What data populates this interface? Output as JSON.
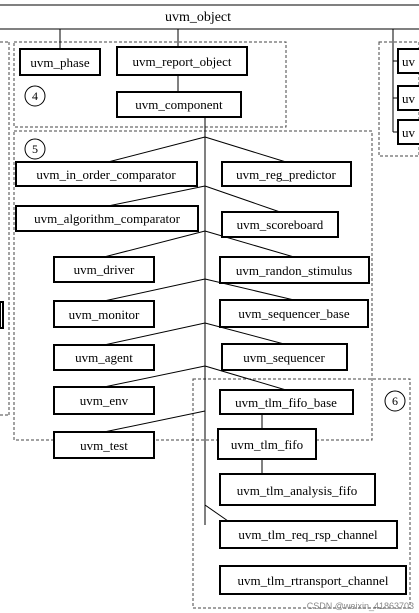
{
  "nodes": {
    "uvm_object": "uvm_object",
    "uvm_phase": "uvm_phase",
    "uvm_report_object": "uvm_report_object",
    "uvm_component": "uvm_component",
    "uvm_in_order_comparator": "uvm_in_order_comparator",
    "uvm_reg_predictor": "uvm_reg_predictor",
    "uvm_algorithm_comparator": "uvm_algorithm_comparator",
    "uvm_scoreboard": "uvm_scoreboard",
    "uvm_driver": "uvm_driver",
    "uvm_randon_stimulus": "uvm_randon_stimulus",
    "uvm_monitor": "uvm_monitor",
    "uvm_sequencer_base": "uvm_sequencer_base",
    "uvm_agent": "uvm_agent",
    "uvm_sequencer": "uvm_sequencer",
    "uvm_env": "uvm_env",
    "uvm_tlm_fifo_base": "uvm_tlm_fifo_base",
    "uvm_test": "uvm_test",
    "uvm_tlm_fifo": "uvm_tlm_fifo",
    "uvm_tlm_analysis_fifo": "uvm_tlm_analysis_fifo",
    "uvm_tlm_req_rsp_channel": "uvm_tlm_req_rsp_channel",
    "uvm_tlm_rtransport_channel": "uvm_tlm_rtransport_channel",
    "right_a": "uv",
    "right_b": "uv",
    "right_c": "uv"
  },
  "groups": {
    "g4": "4",
    "g5": "5",
    "g6": "6"
  },
  "watermark": "CSDN @weixin_41863703"
}
